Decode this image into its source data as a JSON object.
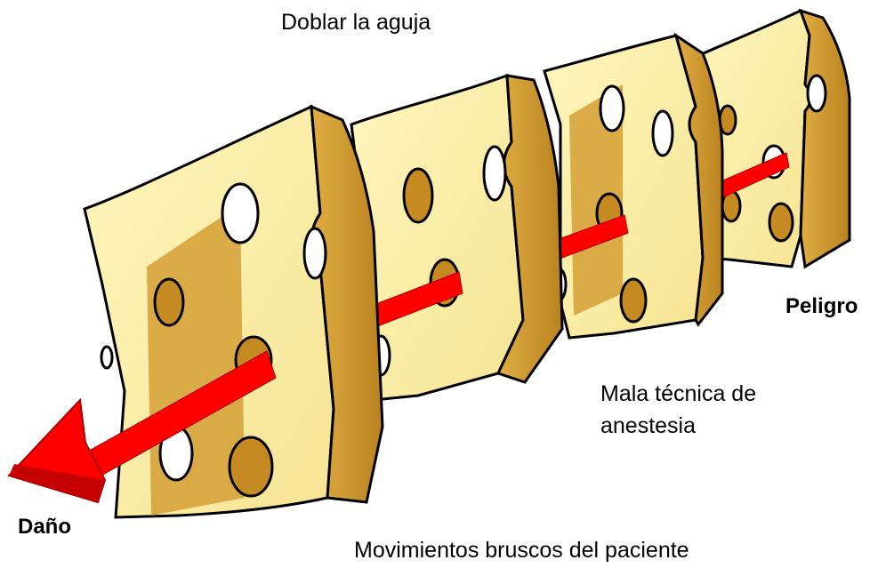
{
  "labels": {
    "top": "Doblar la aguja",
    "hazard": "Peligro",
    "middle_right_line1": "Mala técnica de",
    "middle_right_line2": "anestesia",
    "harm": "Daño",
    "bottom": "Movimientos bruscos del paciente"
  },
  "colors": {
    "cheese_face": "#fbf1a3",
    "cheese_side": "#c9952d",
    "hole_shadow": "#c58b22",
    "arrow": "#ff0000",
    "arrow_dark": "#a80000",
    "outline": "#000000"
  }
}
